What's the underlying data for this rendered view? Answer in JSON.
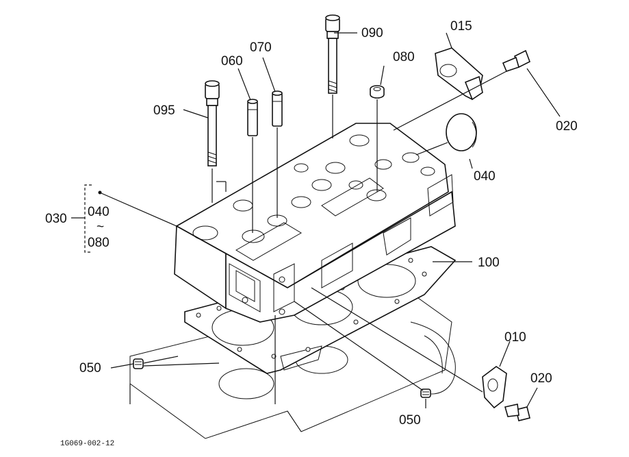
{
  "labels": {
    "p015": "015",
    "p020_top": "020",
    "p040_right": "040",
    "p060": "060",
    "p070": "070",
    "p080_top": "080",
    "p090": "090",
    "p095": "095",
    "p100": "100",
    "p030": "030",
    "p040_range_start": "040",
    "p040_range_tilde": "~",
    "p040_range_end": "080",
    "p050_left": "050",
    "p050_bottom": "050",
    "p010": "010",
    "p020_bottom": "020"
  },
  "figure_code": "1G069-002-12"
}
